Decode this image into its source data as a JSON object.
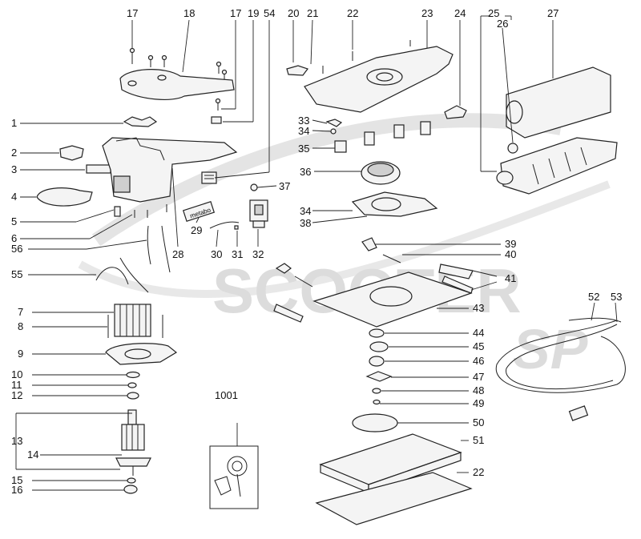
{
  "watermark": {
    "brand": "SCOOTER",
    "mark": "SP"
  },
  "brand_label": "metabo",
  "labels": [
    {
      "id": "17a",
      "text": "17"
    },
    {
      "id": "18",
      "text": "18"
    },
    {
      "id": "17b",
      "text": "17"
    },
    {
      "id": "19",
      "text": "19"
    },
    {
      "id": "54",
      "text": "54"
    },
    {
      "id": "20",
      "text": "20"
    },
    {
      "id": "21",
      "text": "21"
    },
    {
      "id": "22a",
      "text": "22"
    },
    {
      "id": "23",
      "text": "23"
    },
    {
      "id": "24",
      "text": "24"
    },
    {
      "id": "25",
      "text": "25"
    },
    {
      "id": "26",
      "text": "26"
    },
    {
      "id": "27",
      "text": "27"
    },
    {
      "id": "1",
      "text": "1"
    },
    {
      "id": "2",
      "text": "2"
    },
    {
      "id": "3",
      "text": "3"
    },
    {
      "id": "4",
      "text": "4"
    },
    {
      "id": "5",
      "text": "5"
    },
    {
      "id": "6",
      "text": "6"
    },
    {
      "id": "56",
      "text": "56"
    },
    {
      "id": "55",
      "text": "55"
    },
    {
      "id": "7",
      "text": "7"
    },
    {
      "id": "8",
      "text": "8"
    },
    {
      "id": "9",
      "text": "9"
    },
    {
      "id": "10",
      "text": "10"
    },
    {
      "id": "11",
      "text": "11"
    },
    {
      "id": "12",
      "text": "12"
    },
    {
      "id": "13",
      "text": "13"
    },
    {
      "id": "14",
      "text": "14"
    },
    {
      "id": "15",
      "text": "15"
    },
    {
      "id": "16",
      "text": "16"
    },
    {
      "id": "28",
      "text": "28"
    },
    {
      "id": "29",
      "text": "29"
    },
    {
      "id": "30",
      "text": "30"
    },
    {
      "id": "31",
      "text": "31"
    },
    {
      "id": "32",
      "text": "32"
    },
    {
      "id": "33",
      "text": "33"
    },
    {
      "id": "34a",
      "text": "34"
    },
    {
      "id": "35",
      "text": "35"
    },
    {
      "id": "36",
      "text": "36"
    },
    {
      "id": "37",
      "text": "37"
    },
    {
      "id": "34b",
      "text": "34"
    },
    {
      "id": "38",
      "text": "38"
    },
    {
      "id": "39",
      "text": "39"
    },
    {
      "id": "40",
      "text": "40"
    },
    {
      "id": "41",
      "text": "41"
    },
    {
      "id": "43",
      "text": "43"
    },
    {
      "id": "44",
      "text": "44"
    },
    {
      "id": "45",
      "text": "45"
    },
    {
      "id": "46",
      "text": "46"
    },
    {
      "id": "47",
      "text": "47"
    },
    {
      "id": "48",
      "text": "48"
    },
    {
      "id": "49",
      "text": "49"
    },
    {
      "id": "50",
      "text": "50"
    },
    {
      "id": "51",
      "text": "51"
    },
    {
      "id": "22b",
      "text": "22"
    },
    {
      "id": "52",
      "text": "52"
    },
    {
      "id": "53",
      "text": "53"
    },
    {
      "id": "1001",
      "text": "1001"
    }
  ]
}
